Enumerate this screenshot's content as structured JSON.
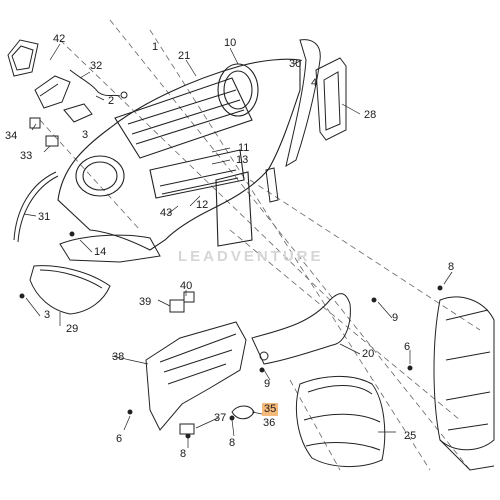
{
  "diagram": {
    "watermark": "LEADVENTURE",
    "highlight_color": "#f5b97a",
    "callouts": [
      {
        "id": "c1",
        "label": "1"
      },
      {
        "id": "c2",
        "label": "2"
      },
      {
        "id": "c3a",
        "label": "3"
      },
      {
        "id": "c3b",
        "label": "3"
      },
      {
        "id": "c4",
        "label": "4"
      },
      {
        "id": "c6a",
        "label": "6"
      },
      {
        "id": "c6b",
        "label": "6"
      },
      {
        "id": "c8a",
        "label": "8"
      },
      {
        "id": "c8b",
        "label": "8"
      },
      {
        "id": "c8c",
        "label": "8"
      },
      {
        "id": "c9a",
        "label": "9"
      },
      {
        "id": "c9b",
        "label": "9"
      },
      {
        "id": "c10",
        "label": "10"
      },
      {
        "id": "c11",
        "label": "11"
      },
      {
        "id": "c12",
        "label": "12"
      },
      {
        "id": "c13",
        "label": "13"
      },
      {
        "id": "c14",
        "label": "14"
      },
      {
        "id": "c20",
        "label": "20"
      },
      {
        "id": "c21",
        "label": "21"
      },
      {
        "id": "c25",
        "label": "25"
      },
      {
        "id": "c28",
        "label": "28"
      },
      {
        "id": "c29",
        "label": "29"
      },
      {
        "id": "c30",
        "label": "30"
      },
      {
        "id": "c31",
        "label": "31"
      },
      {
        "id": "c32",
        "label": "32"
      },
      {
        "id": "c33",
        "label": "33"
      },
      {
        "id": "c34",
        "label": "34"
      },
      {
        "id": "c35",
        "label": "35",
        "highlighted": true
      },
      {
        "id": "c36",
        "label": "36"
      },
      {
        "id": "c37",
        "label": "37"
      },
      {
        "id": "c38",
        "label": "38"
      },
      {
        "id": "c39",
        "label": "39"
      },
      {
        "id": "c40",
        "label": "40"
      },
      {
        "id": "c42",
        "label": "42"
      },
      {
        "id": "c43",
        "label": "43"
      }
    ]
  }
}
